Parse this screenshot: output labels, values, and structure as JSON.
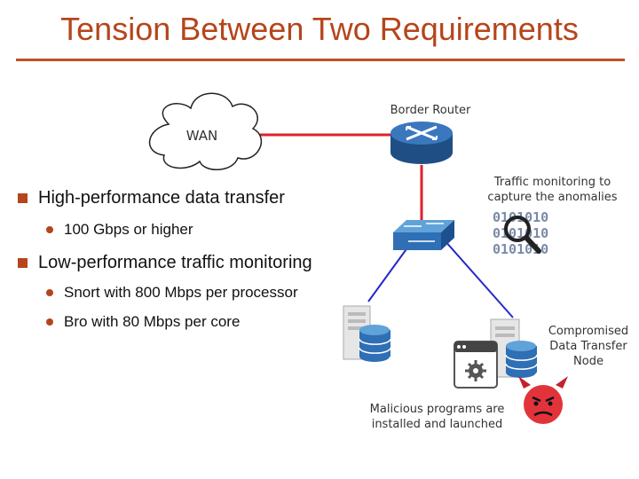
{
  "title": "Tension Between Two Requirements",
  "diagram": {
    "wan_label": "WAN",
    "border_router_label": "Border Router",
    "traffic_monitoring_label": [
      "Traffic monitoring to",
      "capture the anomalies"
    ],
    "compromised_node_label": [
      "Compromised",
      "Data Transfer",
      "Node"
    ],
    "malicious_label": [
      "Malicious programs are",
      "installed and launched"
    ],
    "binary_rows": [
      "0101010",
      "0101010",
      "0101010"
    ]
  },
  "bullets": [
    {
      "text": "High-performance data transfer",
      "sub": [
        "100 Gbps or higher"
      ]
    },
    {
      "text": "Low-performance traffic monitoring",
      "sub": [
        "Snort with 800 Mbps per processor",
        "Bro with 80 Mbps per core"
      ]
    }
  ],
  "colors": {
    "accent": "#b5451b",
    "red_link": "#e0202a",
    "blue_link": "#2727c8",
    "router": "#2a5d9c"
  }
}
